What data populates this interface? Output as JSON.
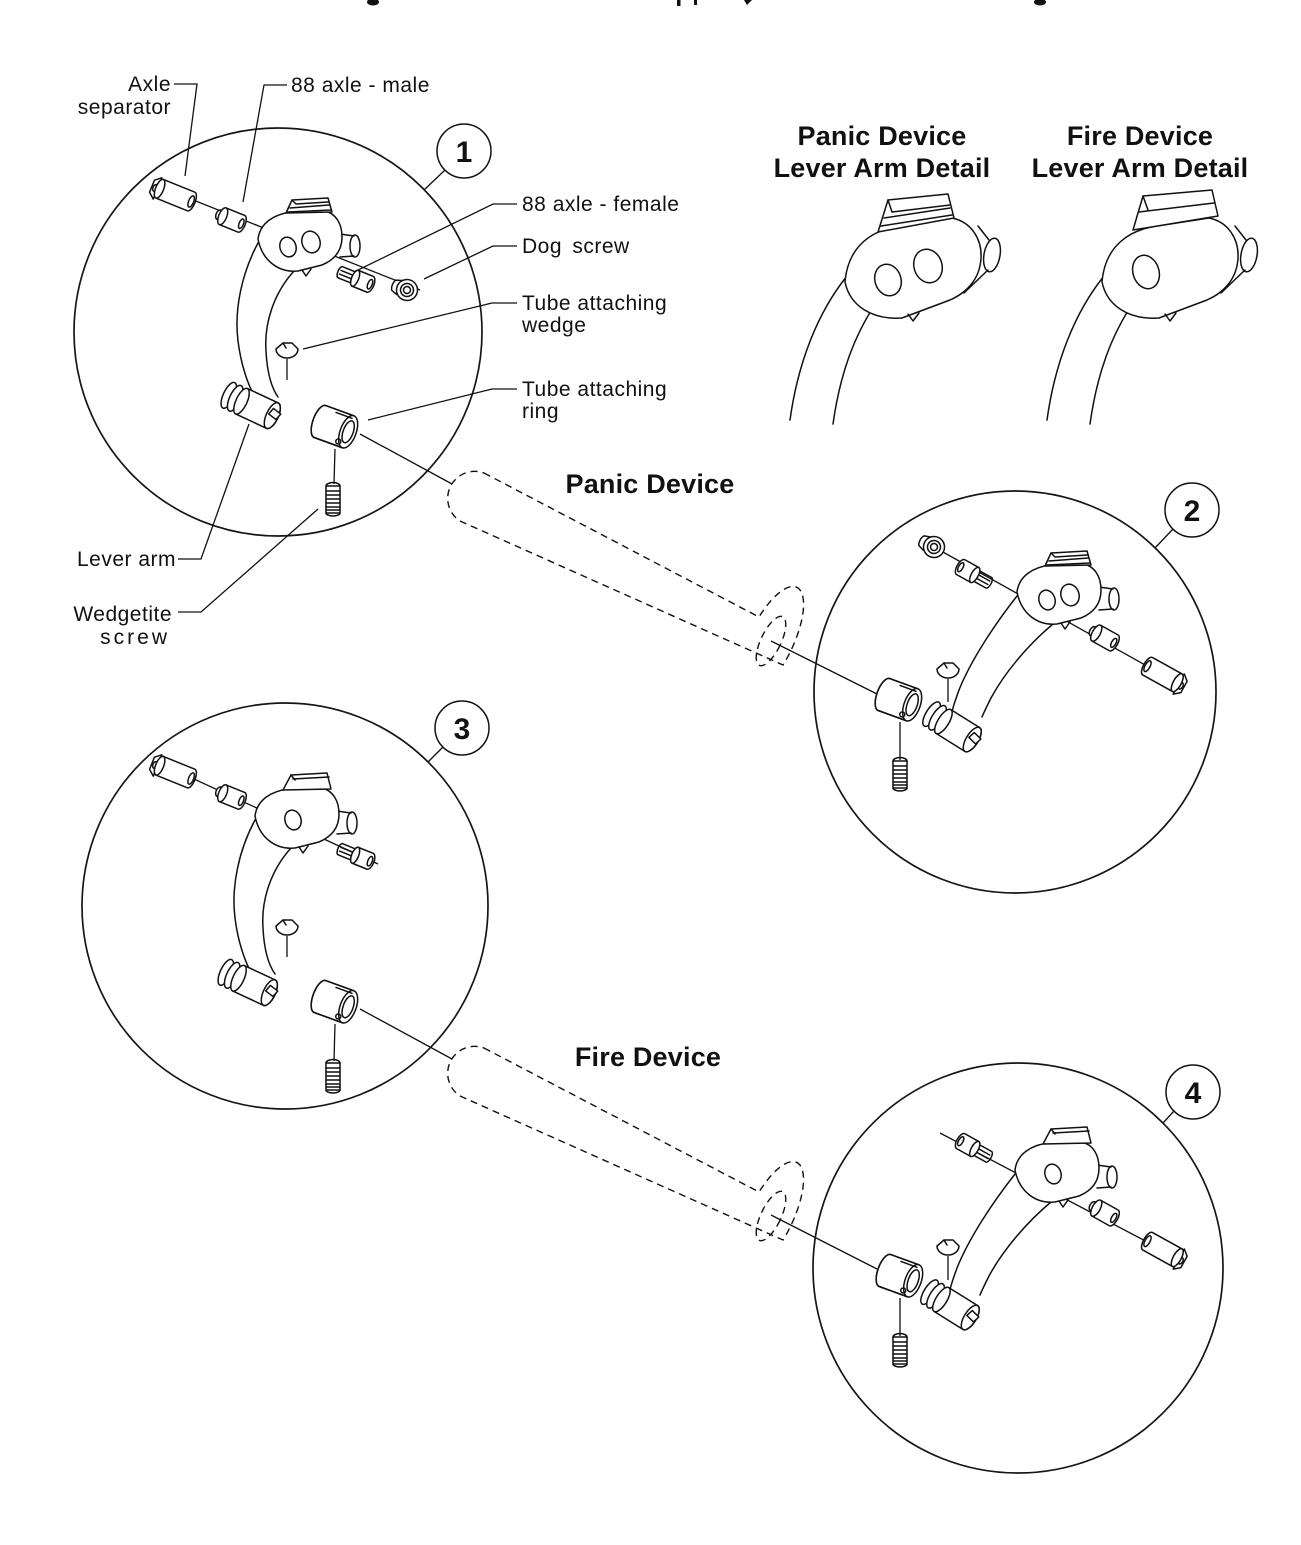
{
  "labels": {
    "axle_separator_l1": "Axle",
    "axle_separator_l2": "separator",
    "axle_male": "88 axle - male",
    "axle_female": "88 axle - female",
    "dog_screw": "Dog screw",
    "tube_wedge_l1": "Tube attaching",
    "tube_wedge_l2": "wedge",
    "tube_ring_l1": "Tube attaching",
    "tube_ring_l2": "ring",
    "lever_arm": "Lever arm",
    "wedgetite_l1": "Wedgetite",
    "wedgetite_l2": "screw"
  },
  "headings": {
    "panic_detail_l1": "Panic Device",
    "panic_detail_l2": "Lever Arm Detail",
    "fire_detail_l1": "Fire Device",
    "fire_detail_l2": "Lever Arm Detail",
    "panic_device": "Panic Device",
    "fire_device": "Fire Device"
  },
  "badges": {
    "detail1": "1",
    "detail2": "2",
    "detail3": "3",
    "detail4": "4"
  },
  "colors": {
    "line": "#111111",
    "background": "#ffffff"
  }
}
